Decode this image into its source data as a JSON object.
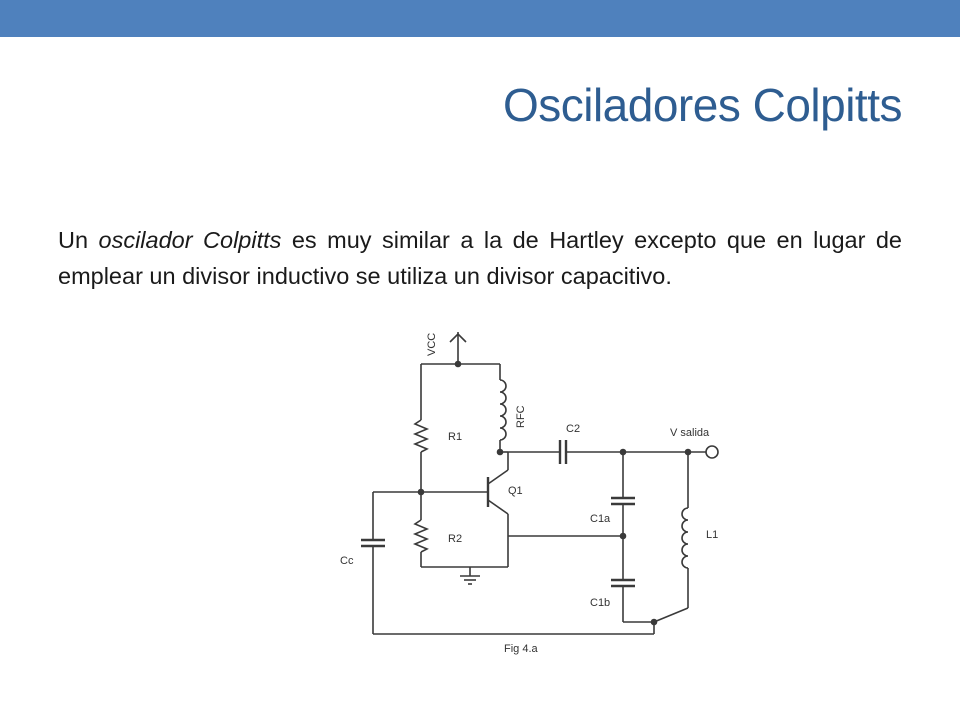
{
  "slide": {
    "title": "Osciladores Colpitts",
    "paragraph": {
      "lead": "Un ",
      "emphasis": "oscilador Colpitts",
      "rest": " es muy similar a la de Hartley excepto que en lugar de emplear un divisor inductivo se utiliza un divisor capacitivo."
    },
    "accent_color": "#4f81bd",
    "title_color": "#2e5d91"
  },
  "circuit": {
    "labels": {
      "vcc": "VCC",
      "rfc": "RFC",
      "r1": "R1",
      "r2": "R2",
      "q1": "Q1",
      "c2": "C2",
      "v_out": "V salida",
      "c1a": "C1a",
      "c1b": "C1b",
      "l1": "L1",
      "cc": "Cc",
      "caption": "Fig 4.a"
    }
  }
}
